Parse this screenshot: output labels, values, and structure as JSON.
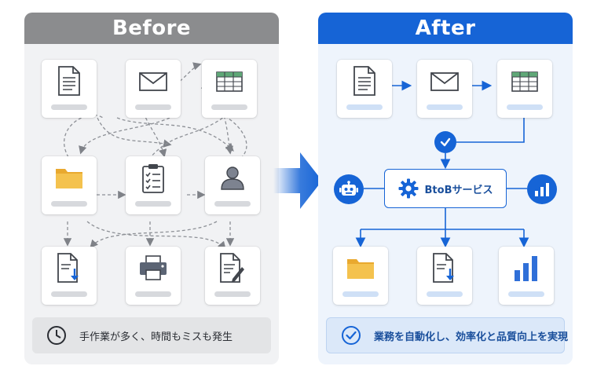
{
  "before": {
    "header": "Before",
    "footer_text": "手作業が多く、時間もミスも発生",
    "icons": [
      "document-icon",
      "envelope-icon",
      "spreadsheet-icon",
      "folder-icon",
      "clipboard-checklist-icon",
      "user-icon",
      "document-download-icon",
      "printer-icon",
      "document-edit-icon"
    ]
  },
  "after": {
    "header": "After",
    "service_label": "BtoBサービス",
    "footer_text": "業務を自動化し、効率化と品質向上を実現",
    "icons": [
      "document-icon",
      "envelope-icon",
      "spreadsheet-icon",
      "check-icon",
      "gear-icon",
      "robot-icon",
      "bar-chart-icon",
      "folder-icon",
      "document-download-icon",
      "bar-chart-icon"
    ]
  },
  "colors": {
    "before_header": "#8b8c8e",
    "after_header": "#1664d6",
    "accent_blue": "#1664d6",
    "folder_yellow": "#f4c24e"
  }
}
